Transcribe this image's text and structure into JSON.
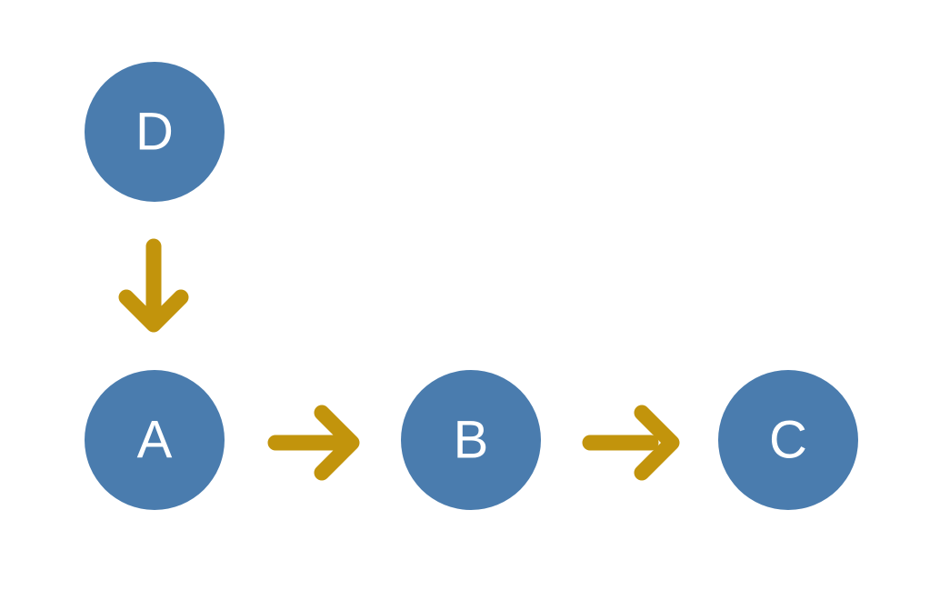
{
  "diagram": {
    "type": "flow-diagram",
    "background": "#FFFFFF",
    "colors": {
      "node_fill": "#4A7CAE",
      "arrow": "#C2940C",
      "label": "#FFFFFF"
    },
    "nodes": [
      {
        "id": "D",
        "label": "D"
      },
      {
        "id": "A",
        "label": "A"
      },
      {
        "id": "B",
        "label": "B"
      },
      {
        "id": "C",
        "label": "C"
      }
    ],
    "edges": [
      {
        "from": "D",
        "to": "A",
        "direction": "down"
      },
      {
        "from": "A",
        "to": "B",
        "direction": "right"
      },
      {
        "from": "B",
        "to": "C",
        "direction": "right"
      }
    ]
  }
}
